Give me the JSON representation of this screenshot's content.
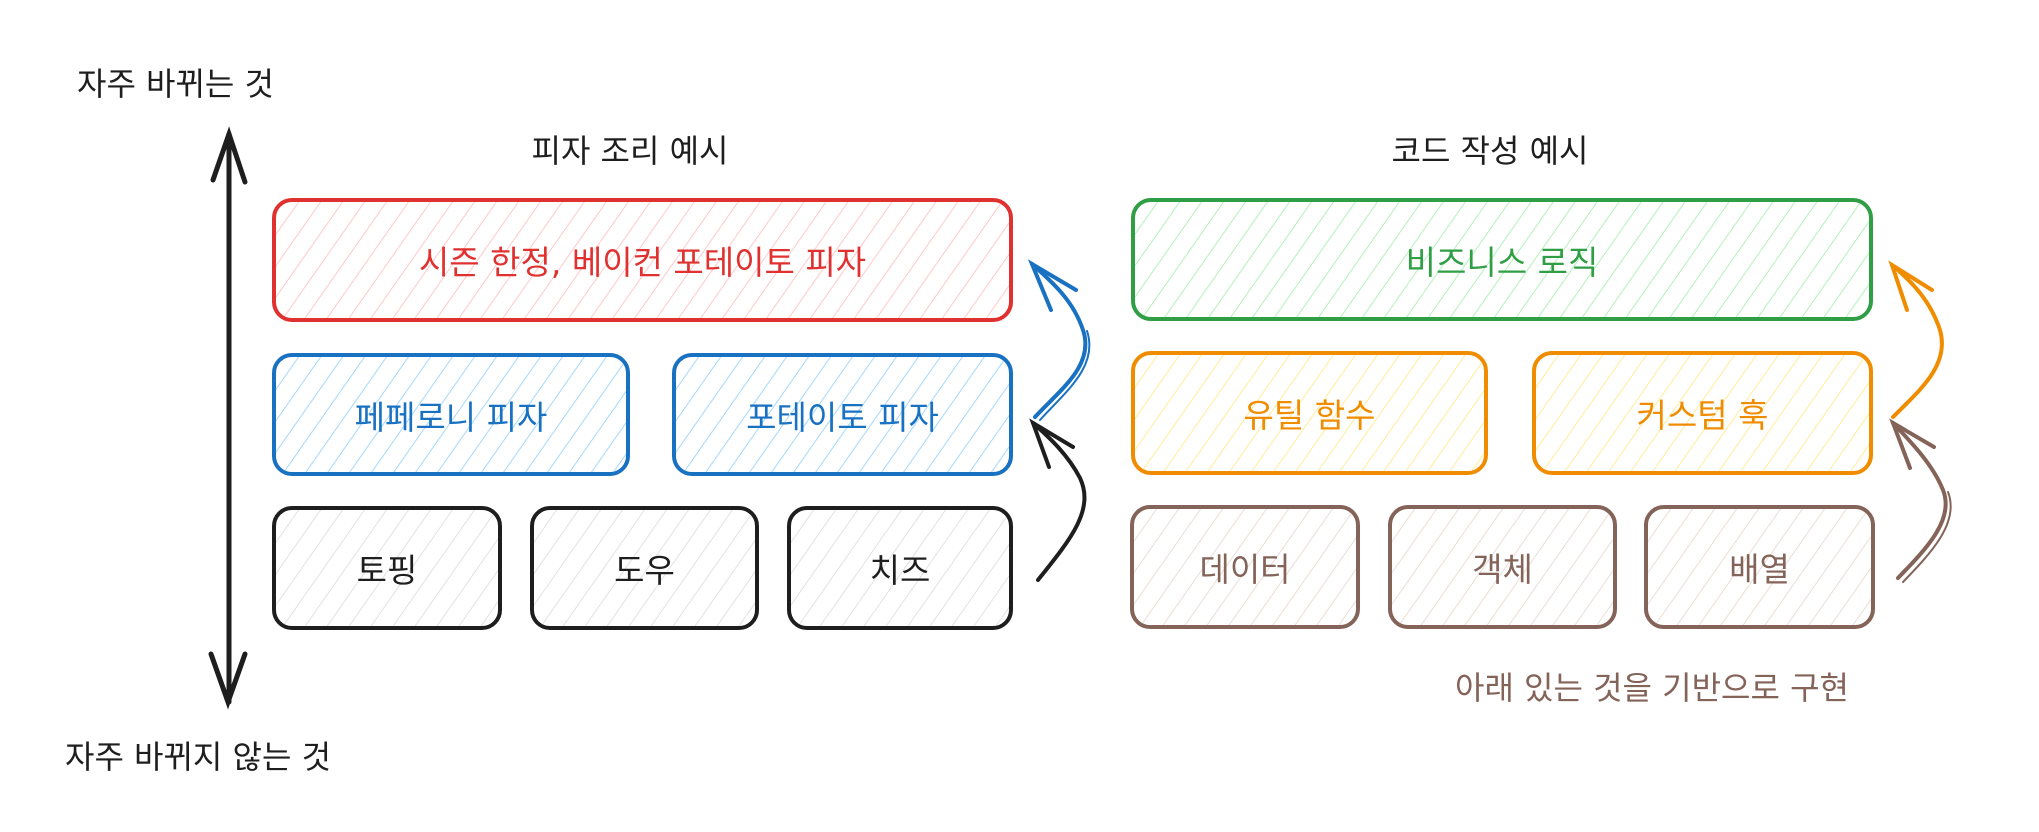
{
  "axis": {
    "top_label": "자주 바뀌는 것",
    "bottom_label": "자주 바뀌지 않는 것"
  },
  "colors": {
    "black": "#1e1e1e",
    "black_fill": "#d9dce0",
    "red": "#e03131",
    "red_fill": "#ffc9c9",
    "blue": "#1971c2",
    "blue_fill": "#a5d8ff",
    "green": "#2f9e44",
    "green_fill": "#b2f2bb",
    "orange": "#f08c00",
    "orange_fill": "#ffec99",
    "brown": "#846358",
    "brown_fill": "#eaddd7"
  },
  "pizza": {
    "title": "피자 조리 예시",
    "top": "시즌 한정, 베이컨 포테이토 피자",
    "middle": [
      "페페로니 피자",
      "포테이토 피자"
    ],
    "bottom": [
      "토핑",
      "도우",
      "치즈"
    ]
  },
  "code": {
    "title": "코드 작성 예시",
    "top": "비즈니스 로직",
    "middle": [
      "유틸 함수",
      "커스텀 훅"
    ],
    "bottom": [
      "데이터",
      "객체",
      "배열"
    ],
    "caption": "아래 있는 것을 기반으로 구현"
  }
}
